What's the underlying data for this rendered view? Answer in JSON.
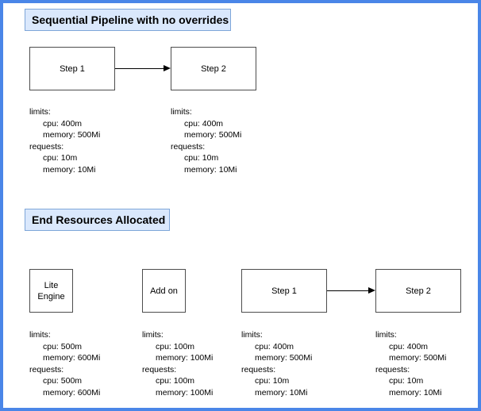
{
  "diagram": {
    "sections": [
      {
        "id": "sequential-pipeline",
        "banner": "Sequential Pipeline with no overrides",
        "nodes": [
          {
            "id": "step-1",
            "label": "Step 1"
          },
          {
            "id": "step-2",
            "label": "Step 2"
          }
        ],
        "edges": [
          {
            "from": "Step 1",
            "to": "Step 2",
            "style": "solid-arrow"
          }
        ],
        "resources": [
          {
            "for": "Step 1",
            "limits_key": "limits:",
            "limits_cpu": "cpu: 400m",
            "limits_memory": "memory: 500Mi",
            "requests_key": "requests:",
            "requests_cpu": "cpu: 10m",
            "requests_memory": "memory: 10Mi"
          },
          {
            "for": "Step 2",
            "limits_key": "limits:",
            "limits_cpu": "cpu: 400m",
            "limits_memory": "memory: 500Mi",
            "requests_key": "requests:",
            "requests_cpu": "cpu: 10m",
            "requests_memory": "memory: 10Mi"
          }
        ]
      },
      {
        "id": "end-resources-allocated",
        "banner": "End Resources Allocated",
        "nodes": [
          {
            "id": "lite-engine",
            "label_line1": "Lite",
            "label_line2": "Engine"
          },
          {
            "id": "add-on",
            "label": "Add on"
          },
          {
            "id": "step-1",
            "label": "Step 1"
          },
          {
            "id": "step-2",
            "label": "Step 2"
          }
        ],
        "edges": [
          {
            "from": "Step 1",
            "to": "Step 2",
            "style": "solid-arrow"
          }
        ],
        "resources": [
          {
            "for": "Lite Engine",
            "limits_key": "limits:",
            "limits_cpu": "cpu: 500m",
            "limits_memory": "memory: 600Mi",
            "requests_key": "requests:",
            "requests_cpu": "cpu: 500m",
            "requests_memory": "memory: 600Mi"
          },
          {
            "for": "Add on",
            "limits_key": "limits:",
            "limits_cpu": "cpu: 100m",
            "limits_memory": "memory: 100Mi",
            "requests_key": "requests:",
            "requests_cpu": "cpu: 100m",
            "requests_memory": "memory: 100Mi"
          },
          {
            "for": "Step 1",
            "limits_key": "limits:",
            "limits_cpu": "cpu: 400m",
            "limits_memory": "memory: 500Mi",
            "requests_key": "requests:",
            "requests_cpu": "cpu: 10m",
            "requests_memory": "memory: 10Mi"
          },
          {
            "for": "Step 2",
            "limits_key": "limits:",
            "limits_cpu": "cpu: 400m",
            "limits_memory": "memory: 500Mi",
            "requests_key": "requests:",
            "requests_cpu": "cpu: 10m",
            "requests_memory": "memory: 10Mi"
          }
        ]
      }
    ],
    "colors": {
      "frame_border": "#4a86e8",
      "banner_fill": "#dae8fc",
      "banner_border": "#7ea6d9",
      "node_border": "#4d4d4d",
      "canvas": "#ffffff"
    }
  }
}
